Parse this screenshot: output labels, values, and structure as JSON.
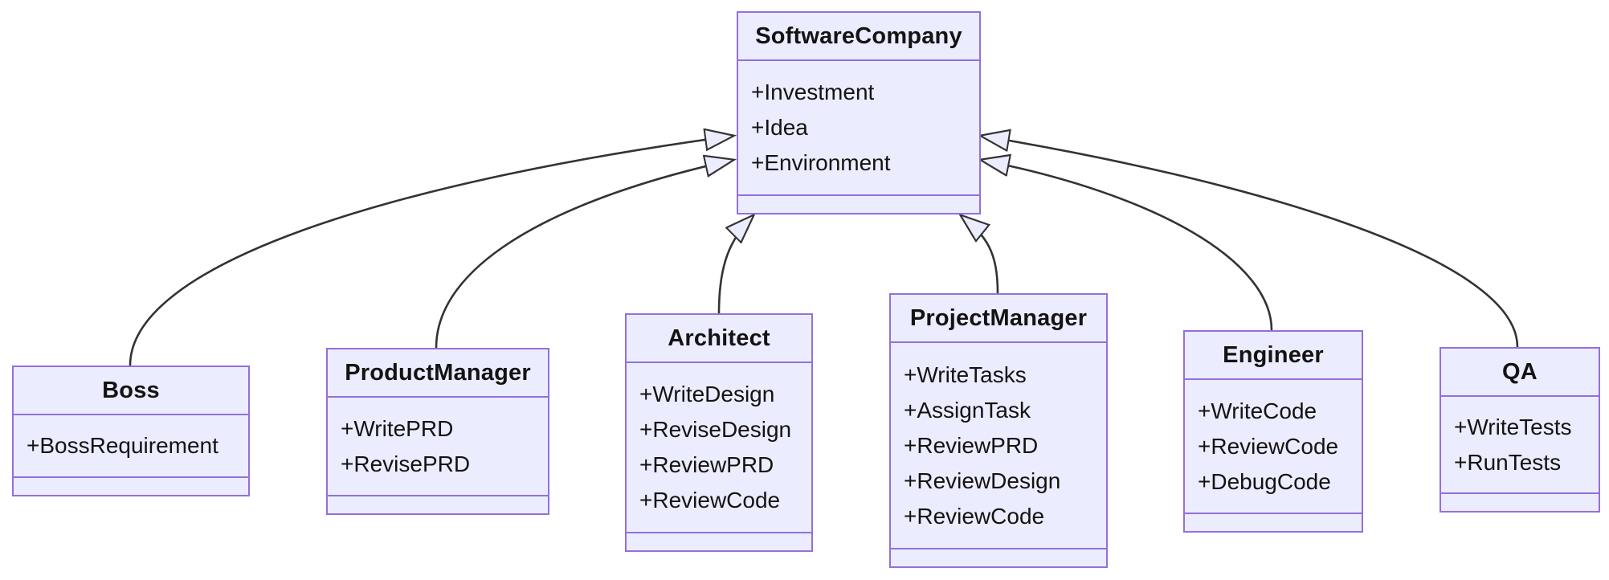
{
  "diagram_type": "uml-class-diagram",
  "colors": {
    "node_fill": "#ECECFF",
    "node_border": "#9370DB",
    "edge_line": "#333333",
    "text": "#131313",
    "background": "#ffffff"
  },
  "classes": [
    {
      "name": "SoftwareCompany",
      "members": [
        "+Investment",
        "+Idea",
        "+Environment"
      ]
    },
    {
      "name": "Boss",
      "members": [
        "+BossRequirement"
      ]
    },
    {
      "name": "ProductManager",
      "members": [
        "+WritePRD",
        "+RevisePRD"
      ]
    },
    {
      "name": "Architect",
      "members": [
        "+WriteDesign",
        "+ReviseDesign",
        "+ReviewPRD",
        "+ReviewCode"
      ]
    },
    {
      "name": "ProjectManager",
      "members": [
        "+WriteTasks",
        "+AssignTask",
        "+ReviewPRD",
        "+ReviewDesign",
        "+ReviewCode"
      ]
    },
    {
      "name": "Engineer",
      "members": [
        "+WriteCode",
        "+ReviewCode",
        "+DebugCode"
      ]
    },
    {
      "name": "QA",
      "members": [
        "+WriteTests",
        "+RunTests"
      ]
    }
  ],
  "relations": [
    {
      "from": "Boss",
      "to": "SoftwareCompany",
      "type": "inheritance"
    },
    {
      "from": "ProductManager",
      "to": "SoftwareCompany",
      "type": "inheritance"
    },
    {
      "from": "Architect",
      "to": "SoftwareCompany",
      "type": "inheritance"
    },
    {
      "from": "ProjectManager",
      "to": "SoftwareCompany",
      "type": "inheritance"
    },
    {
      "from": "Engineer",
      "to": "SoftwareCompany",
      "type": "inheritance"
    },
    {
      "from": "QA",
      "to": "SoftwareCompany",
      "type": "inheritance"
    }
  ]
}
